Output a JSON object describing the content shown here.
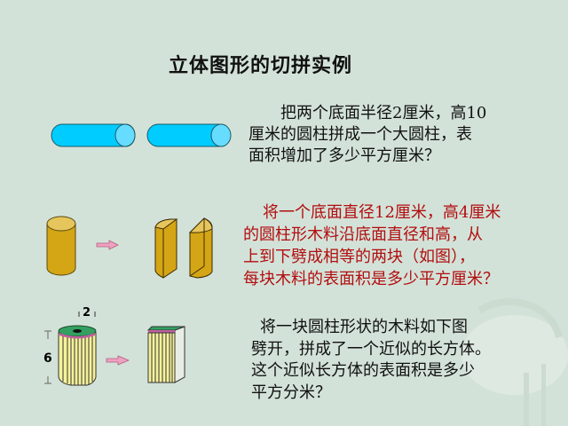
{
  "slide": {
    "title": "立体图形的切拼实例",
    "background_color": "#d3e2d8"
  },
  "problems": [
    {
      "lines": [
        "把两个底面半径2厘米，高10",
        "厘米的圆柱拼成一个大圆柱，表",
        "面积增加了多少平方厘米？"
      ],
      "color": "#111111",
      "figure": "two-blue-cylinders"
    },
    {
      "lines": [
        "将一个底面直径12厘米，高4厘米",
        "的圆柱形木料沿底面直径和高，从",
        "上到下劈成相等的两块（如图），",
        "每块木料的表面积是多少平方厘米？"
      ],
      "color": "#b20e10",
      "figure": "gold-cylinder-split"
    },
    {
      "lines": [
        "将一块圆柱形状的木料如下图",
        "劈开，拼成了一个近似的长方体。",
        "这个近似长方体的表面积是多少",
        "平方分米？"
      ],
      "color": "#111111",
      "figure": "cylinder-to-cuboid",
      "labels": {
        "radius": "2",
        "height": "6"
      }
    }
  ],
  "colors": {
    "cyan_body": "#00ccff",
    "cyan_cap": "#66ddff",
    "gold": "#d4a514",
    "gold_cap": "#e6c65c",
    "arrow": "#f0a0c0",
    "stripe_yellow": "#f5f29a",
    "top_green": "#33a060",
    "top_pink": "#c060a0"
  }
}
